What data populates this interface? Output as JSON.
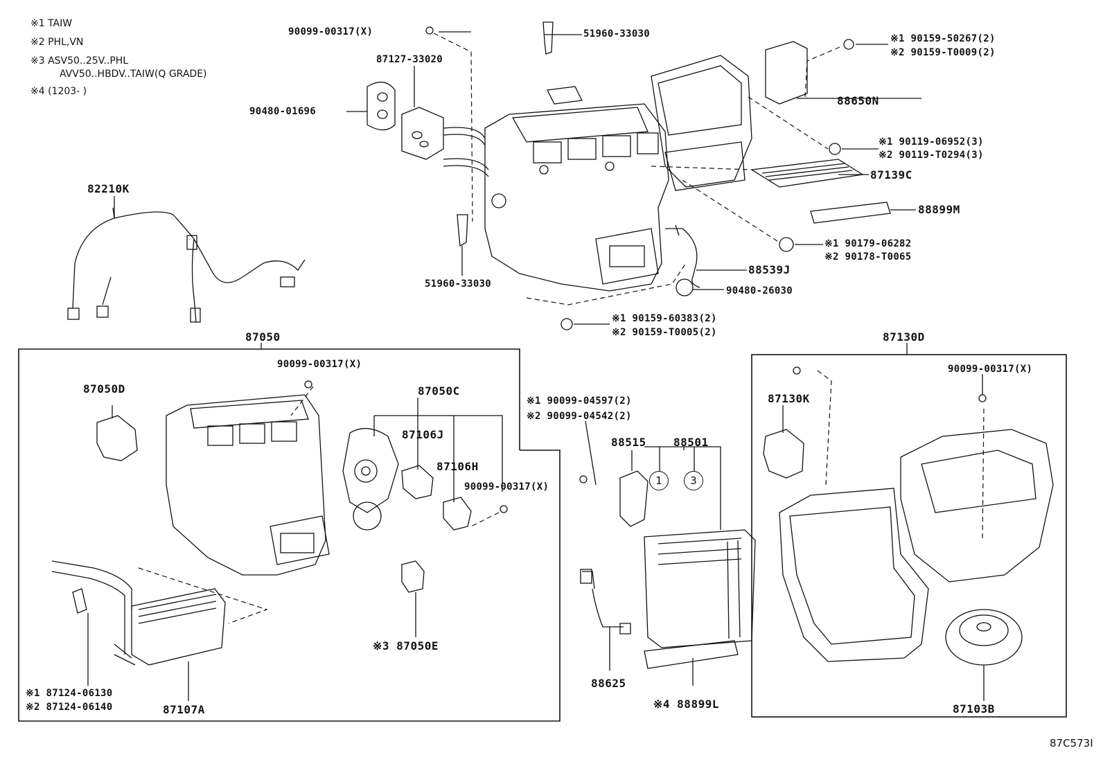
{
  "notes": [
    {
      "mark": "※1",
      "text": "TAIW"
    },
    {
      "mark": "※2",
      "text": "PHL,VN"
    },
    {
      "mark": "※3",
      "text": "ASV50..25V..PHL"
    },
    {
      "mark": "",
      "text": "AVV50..HBDV..TAIW(Q GRADE)"
    },
    {
      "mark": "※4",
      "text": "(1203-        )"
    }
  ],
  "labels": {
    "p90099_00317_top": "90099-00317(X)",
    "p51960_33030_top": "51960-33030",
    "p87127_33020": "87127-33020",
    "p90480_01696": "90480-01696",
    "p82210K": "82210K",
    "p51960_33030_bot": "51960-33030",
    "p90159_50267": "※1 90159-50267(2)",
    "p90159_T0009": "※2 90159-T0009(2)",
    "p88650N": "88650N",
    "p90119_06952": "※1 90119-06952(3)",
    "p90119_T0294": "※2 90119-T0294(3)",
    "p87139C": "87139C",
    "p88899M": "88899M",
    "p90179_06282": "※1 90179-06282",
    "p90178_T0065": "※2 90178-T0065",
    "p88539J": "88539J",
    "p90480_26030": "90480-26030",
    "p90159_60383": "※1 90159-60383(2)",
    "p90159_T0005": "※2 90159-T0005(2)",
    "p87050": "87050",
    "p90099_00317_l": "90099-00317(X)",
    "p87050D": "87050D",
    "p87050C": "87050C",
    "p87106J": "87106J",
    "p87106H": "87106H",
    "p90099_00317_m": "90099-00317(X)",
    "p87050E": "※3 87050E",
    "p87124_06130": "※1 87124-06130",
    "p87124_06140": "※2 87124-06140",
    "p87107A": "87107A",
    "p90099_04597": "※1 90099-04597(2)",
    "p90099_04542": "※2 90099-04542(2)",
    "p88515": "88515",
    "p88501": "88501",
    "p88625": "88625",
    "p88899L": "※4 88899L",
    "p87130D": "87130D",
    "p90099_00317_r": "90099-00317(X)",
    "p87130K": "87130K",
    "p87103B": "87103B",
    "circle1": "1",
    "circle3": "3",
    "figure_code": "87C573I"
  }
}
